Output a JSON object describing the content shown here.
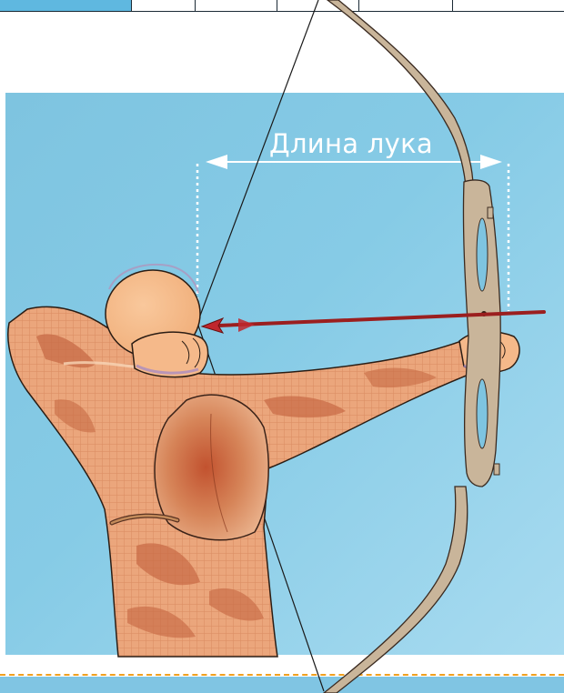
{
  "diagram": {
    "bow_length_label": "Длина лука"
  },
  "colors": {
    "sky_panel": "#86cbe6",
    "bow_wood": "#c9b59a",
    "bow_outline": "#3a2a20",
    "arrow_shaft": "#9b1f1f",
    "skin": "#f6bd8d",
    "shirt": "#e8a37a",
    "shirt_pattern": "#c96e44",
    "quiver": "#c47a4a",
    "guide_dotted": "#ffffff",
    "ground_dash": "#f0a020"
  },
  "icons": {
    "archer": "archer-figure",
    "bow": "recurve-bow",
    "arrow": "arrow",
    "measure": "double-arrow"
  }
}
